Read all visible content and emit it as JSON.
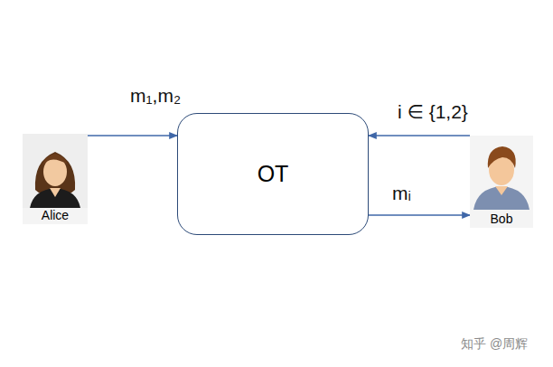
{
  "diagram": {
    "nodes": [
      {
        "text": [
          "Alice"
        ]
      },
      {
        "text": [
          "OT"
        ]
      },
      {
        "text": [
          "Bob"
        ]
      }
    ],
    "edges": [
      {
        "from": 0,
        "to": 1,
        "label": "m₁,m₂",
        "arrow": "to"
      },
      {
        "from": 2,
        "to": 1,
        "label": "i ∈ {1,2}",
        "arrow": "to"
      },
      {
        "from": 1,
        "to": 2,
        "label": "mᵢ",
        "arrow": "to"
      }
    ],
    "labels": [
      "知乎 @周辉"
    ]
  }
}
